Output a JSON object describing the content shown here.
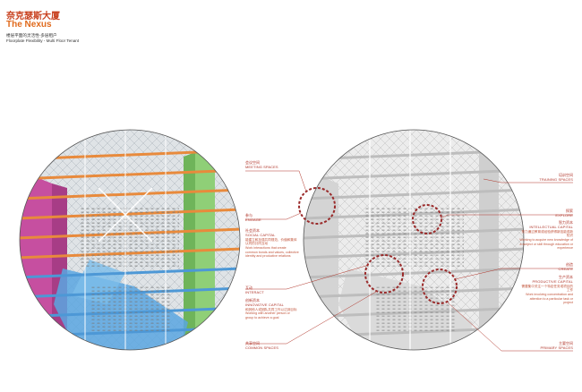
{
  "header": {
    "title_cn": "奈克瑟斯大厦",
    "title_en": "The Nexus",
    "subtitle_cn": "楼层平面的灵活性-多层租户",
    "subtitle_en": "Floorplate Flexibility - Multi Floor Tenant"
  },
  "labels": {
    "meeting": {
      "cn": "会议空间",
      "en": "MEETING SPACES"
    },
    "engage": {
      "cn": "参与",
      "en": "ENGAGE"
    },
    "social": {
      "cn": "社会资本",
      "en": "SOCIAL CAPITAL",
      "desc_cn": "能建立和加强共同规范、价值和集体认同的共同互动",
      "desc_en": "Work interactions that create common bonds and values, collective identity and productive relations"
    },
    "interact": {
      "cn": "互动",
      "en": "INTERACT"
    },
    "innovative": {
      "cn": "创新资本",
      "en": "INNOVATIVE CAPITAL",
      "desc_cn": "和其他人或团队共同工作以达到目标",
      "desc_en": "Working with another person or group to achieve a goal"
    },
    "common": {
      "cn": "共享空间",
      "en": "COMMON SPACES"
    },
    "training": {
      "cn": "培训空间",
      "en": "TRAINING SPACES"
    },
    "explore": {
      "cn": "探索",
      "en": "EXPLORE"
    },
    "intellectual": {
      "cn": "智力资本",
      "en": "INTELLECTUAL CAPITAL",
      "desc_cn": "努力通过教育或经验获得新技能或新知识",
      "desc_en": "Working to acquire new knowledge of a subject or skill through education or experience"
    },
    "create": {
      "cn": "创造",
      "en": "CREATE"
    },
    "productive": {
      "cn": "生产资本",
      "en": "PRODUCTIVE CAPITAL",
      "desc_cn": "需要集中关注一个特定任务或项目的工作",
      "desc_en": "Work involving concentration and attention to a particular task or project"
    },
    "primary": {
      "cn": "主要空间",
      "en": "PRIMARY SPACES"
    }
  },
  "colors": {
    "title": "#c8401e",
    "accent": "#e06a1c",
    "label": "#b0352a",
    "highlight_circle": "#9a2a2a",
    "band_orange": "#e88a3c",
    "band_blue": "#5aa6e0",
    "band_magenta": "#c64fa0",
    "band_green": "#7ec46a"
  }
}
